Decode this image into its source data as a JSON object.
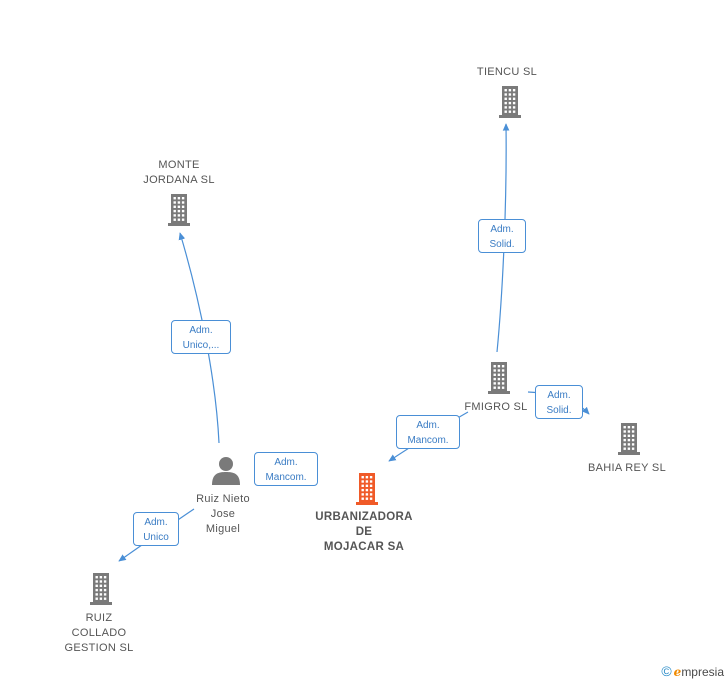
{
  "nodes": [
    {
      "id": "monte",
      "type": "company",
      "label_lines": [
        "MONTE",
        "JORDANA SL"
      ],
      "main": false
    },
    {
      "id": "tiencu",
      "type": "company",
      "label_lines": [
        "TIENCU SL"
      ],
      "main": false
    },
    {
      "id": "fmigro",
      "type": "company",
      "label_lines": [
        "FMIGRO SL"
      ],
      "main": false
    },
    {
      "id": "bahia",
      "type": "company",
      "label_lines": [
        "BAHIA REY SL"
      ],
      "main": false
    },
    {
      "id": "urbanizadora",
      "type": "company",
      "label_lines": [
        "URBANIZADORA",
        "DE",
        "MOJACAR SA"
      ],
      "main": true
    },
    {
      "id": "ruiz",
      "type": "person",
      "label_lines": [
        "Ruiz Nieto",
        "Jose",
        "Miguel"
      ],
      "main": false
    },
    {
      "id": "collado",
      "type": "company",
      "label_lines": [
        "RUIZ",
        "COLLADO",
        "GESTION SL"
      ],
      "main": false
    }
  ],
  "edges": [
    {
      "from": "ruiz",
      "to": "monte",
      "label_lines": [
        "Adm.",
        "Unico,..."
      ]
    },
    {
      "from": "fmigro",
      "to": "tiencu",
      "label_lines": [
        "Adm.",
        "Solid."
      ]
    },
    {
      "from": "fmigro",
      "to": "urbanizadora",
      "label_lines": [
        "Adm.",
        "Mancom."
      ]
    },
    {
      "from": "fmigro",
      "to": "bahia",
      "label_lines": [
        "Adm.",
        "Solid."
      ]
    },
    {
      "from": "ruiz",
      "to": "urbanizadora",
      "label_lines": [
        "Adm.",
        "Mancom."
      ]
    },
    {
      "from": "ruiz",
      "to": "collado",
      "label_lines": [
        "Adm.",
        "Unico"
      ]
    }
  ],
  "colors": {
    "company": "#7a7a7a",
    "main_company": "#f05a28",
    "person": "#7a7a7a",
    "edge": "#4a8fd6",
    "badge_text": "#3a7cc4"
  },
  "brand": {
    "copyright": "©",
    "e": "e",
    "rest": "mpresia"
  }
}
